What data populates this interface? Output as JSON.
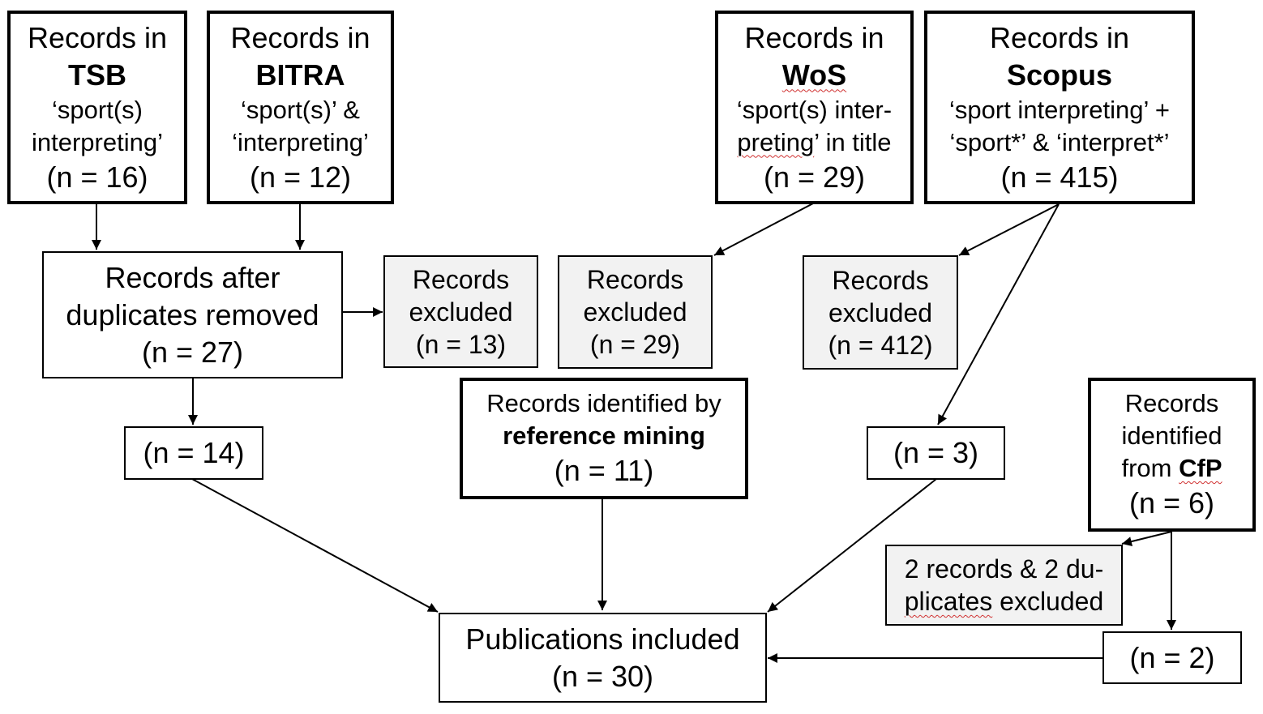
{
  "tsb": {
    "l1": "Records in",
    "l2": "TSB",
    "l3": "‘sport(s)",
    "l4": "interpreting’",
    "l5": "(n = 16)"
  },
  "bitra": {
    "l1": "Records in",
    "l2": "BITRA",
    "l3": "‘sport(s)’ &",
    "l4": "‘interpreting’",
    "l5": "(n = 12)"
  },
  "wos": {
    "l1": "Records in",
    "l2": "WoS",
    "l3": "‘sport(s) inter-",
    "l4a": "preting",
    "l4b": "’ in title",
    "l5": "(n = 29)"
  },
  "scopus": {
    "l1": "Records in",
    "l2": "Scopus",
    "l3": "‘sport interpreting’ +",
    "l4": "‘sport*’ & ‘interpret*’",
    "l5": "(n = 415)"
  },
  "dedup": {
    "l1": "Records after",
    "l2": "duplicates removed",
    "l3": "(n = 27)"
  },
  "excl13": {
    "l1": "Records",
    "l2": "excluded",
    "l3": "(n = 13)"
  },
  "excl29": {
    "l1": "Records",
    "l2": "excluded",
    "l3": "(n = 29)"
  },
  "excl412": {
    "l1": "Records",
    "l2": "excluded",
    "l3": "(n = 412)"
  },
  "n14": "(n = 14)",
  "refmining": {
    "l1": "Records identified by",
    "l2": "reference mining",
    "l3": "(n = 11)"
  },
  "n3": "(n = 3)",
  "cfp": {
    "l1": "Records",
    "l2": "identified",
    "l3a": "from ",
    "l3b": "CfP",
    "l4": "(n = 6)"
  },
  "cfpexcl": {
    "l1": "2 records & 2 du-",
    "l2a": "plicates",
    "l2b": " excluded"
  },
  "n2": "(n = 2)",
  "included": {
    "l1": "Publications included",
    "l2": "(n = 30)"
  }
}
